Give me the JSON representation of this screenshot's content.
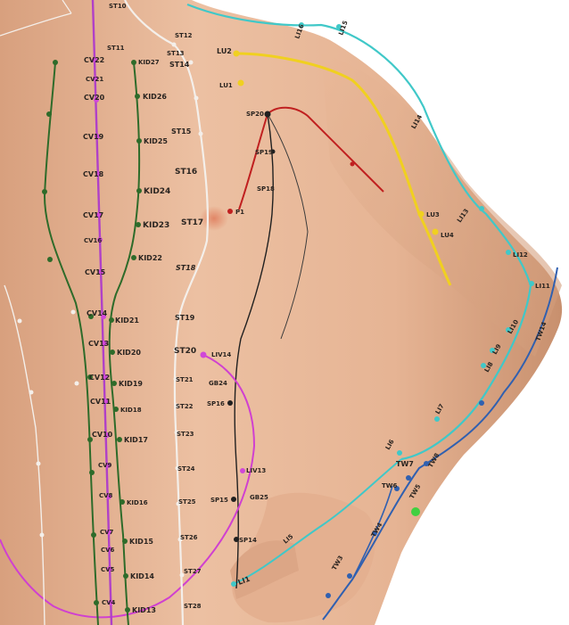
{
  "image": {
    "colors": {
      "skin": "#e8b89a",
      "skin_shadow": "#c98e6f",
      "background": "#ffffff",
      "conception_vessel": "#b040c8",
      "kidney": "#2e6b2a",
      "stomach": "#f2ece6",
      "lung": "#f0d020",
      "large_intestine": "#40c8c8",
      "triple_warmer": "#3060b0",
      "spleen": "#202020",
      "pericardium": "#c02020",
      "liver": "#d040d0",
      "point_dot": "#d048d8"
    },
    "labels": {
      "cv": [
        "CV22",
        "CV21",
        "CV20",
        "CV19",
        "CV18",
        "CV17",
        "CV16",
        "CV15",
        "CV14",
        "CV13",
        "CV12",
        "CV11",
        "CV10",
        "CV9",
        "CV8",
        "CV7",
        "CV6",
        "CV5",
        "CV4"
      ],
      "kid": [
        "KID27",
        "KID26",
        "KID25",
        "KID24",
        "KID23",
        "KID22",
        "KID21",
        "KID20",
        "KID19",
        "KID18",
        "KID17",
        "KID16",
        "KID15",
        "KID14",
        "KID13"
      ],
      "st": [
        "ST11",
        "ST12",
        "ST13",
        "ST14",
        "ST15",
        "ST16",
        "ST17",
        "ST18",
        "ST19",
        "ST20",
        "ST21",
        "ST22",
        "ST23",
        "ST24",
        "ST25",
        "ST26",
        "ST27",
        "ST28"
      ],
      "lu": [
        "LU2",
        "LU1",
        "LU3",
        "LU4"
      ],
      "li": [
        "LI16",
        "LI15",
        "LI14",
        "LI13",
        "LI12",
        "LI11",
        "LI10",
        "LI9",
        "LI8",
        "LI7",
        "LI6",
        "LI5",
        "LI1"
      ],
      "sp": [
        "SP20",
        "SP19",
        "SP18",
        "SP16",
        "SP15",
        "SP14"
      ],
      "tw": [
        "TW14",
        "TW7",
        "TW8",
        "TW6",
        "TW5",
        "TW4",
        "TW3"
      ],
      "other": [
        "P1",
        "LIV14",
        "GB24",
        "LIV13",
        "GB25",
        "ST10"
      ]
    }
  }
}
